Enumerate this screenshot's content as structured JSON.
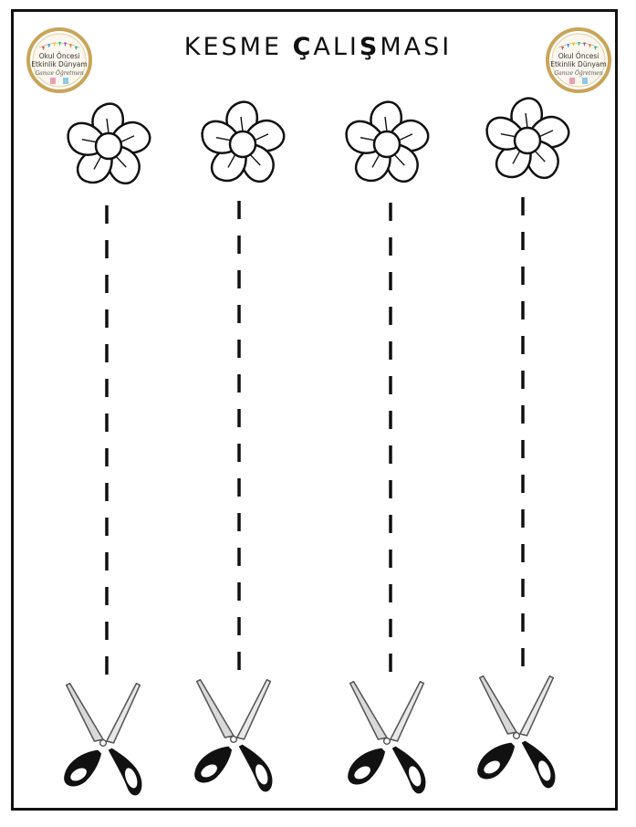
{
  "title": {
    "part1": "KESME ",
    "bold1": "Ç",
    "part2": "ALI",
    "bold2": "Ş",
    "part3": "MASI"
  },
  "logo": {
    "line1": "Okul Öncesi",
    "line2": "Etkinlik Dünyam",
    "signature": "Gamze Öğretmen"
  },
  "lanes": [
    {
      "id": "1"
    },
    {
      "id": "2"
    },
    {
      "id": "3"
    },
    {
      "id": "4"
    }
  ],
  "colors": {
    "ink": "#111111",
    "logo_ring": "#c9a55a",
    "blade": "#d9d9d9"
  },
  "icons": [
    "flower-icon",
    "scissors-icon",
    "logo-badge-icon"
  ]
}
